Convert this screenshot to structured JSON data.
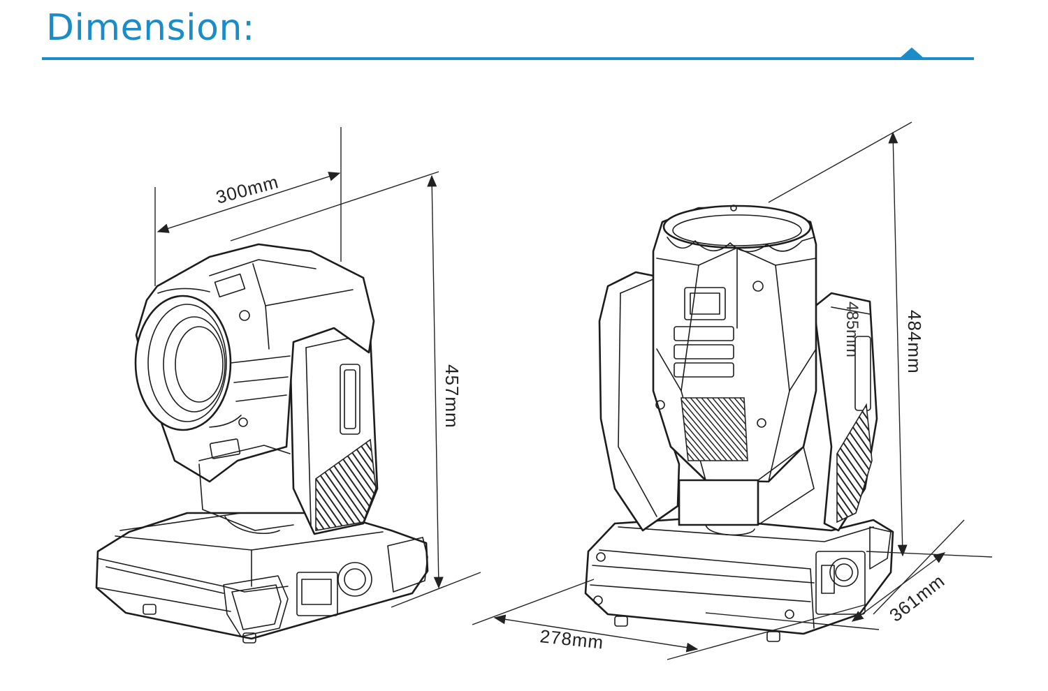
{
  "header": {
    "title": "Dimension:",
    "accent_color": "#1a8cc8"
  },
  "views": {
    "side": {
      "width_label": "300mm",
      "height_label": "457mm"
    },
    "front": {
      "height_label": "484mm",
      "depth_label": "361mm",
      "width_label": "278mm",
      "inner_label": "485mm"
    }
  }
}
